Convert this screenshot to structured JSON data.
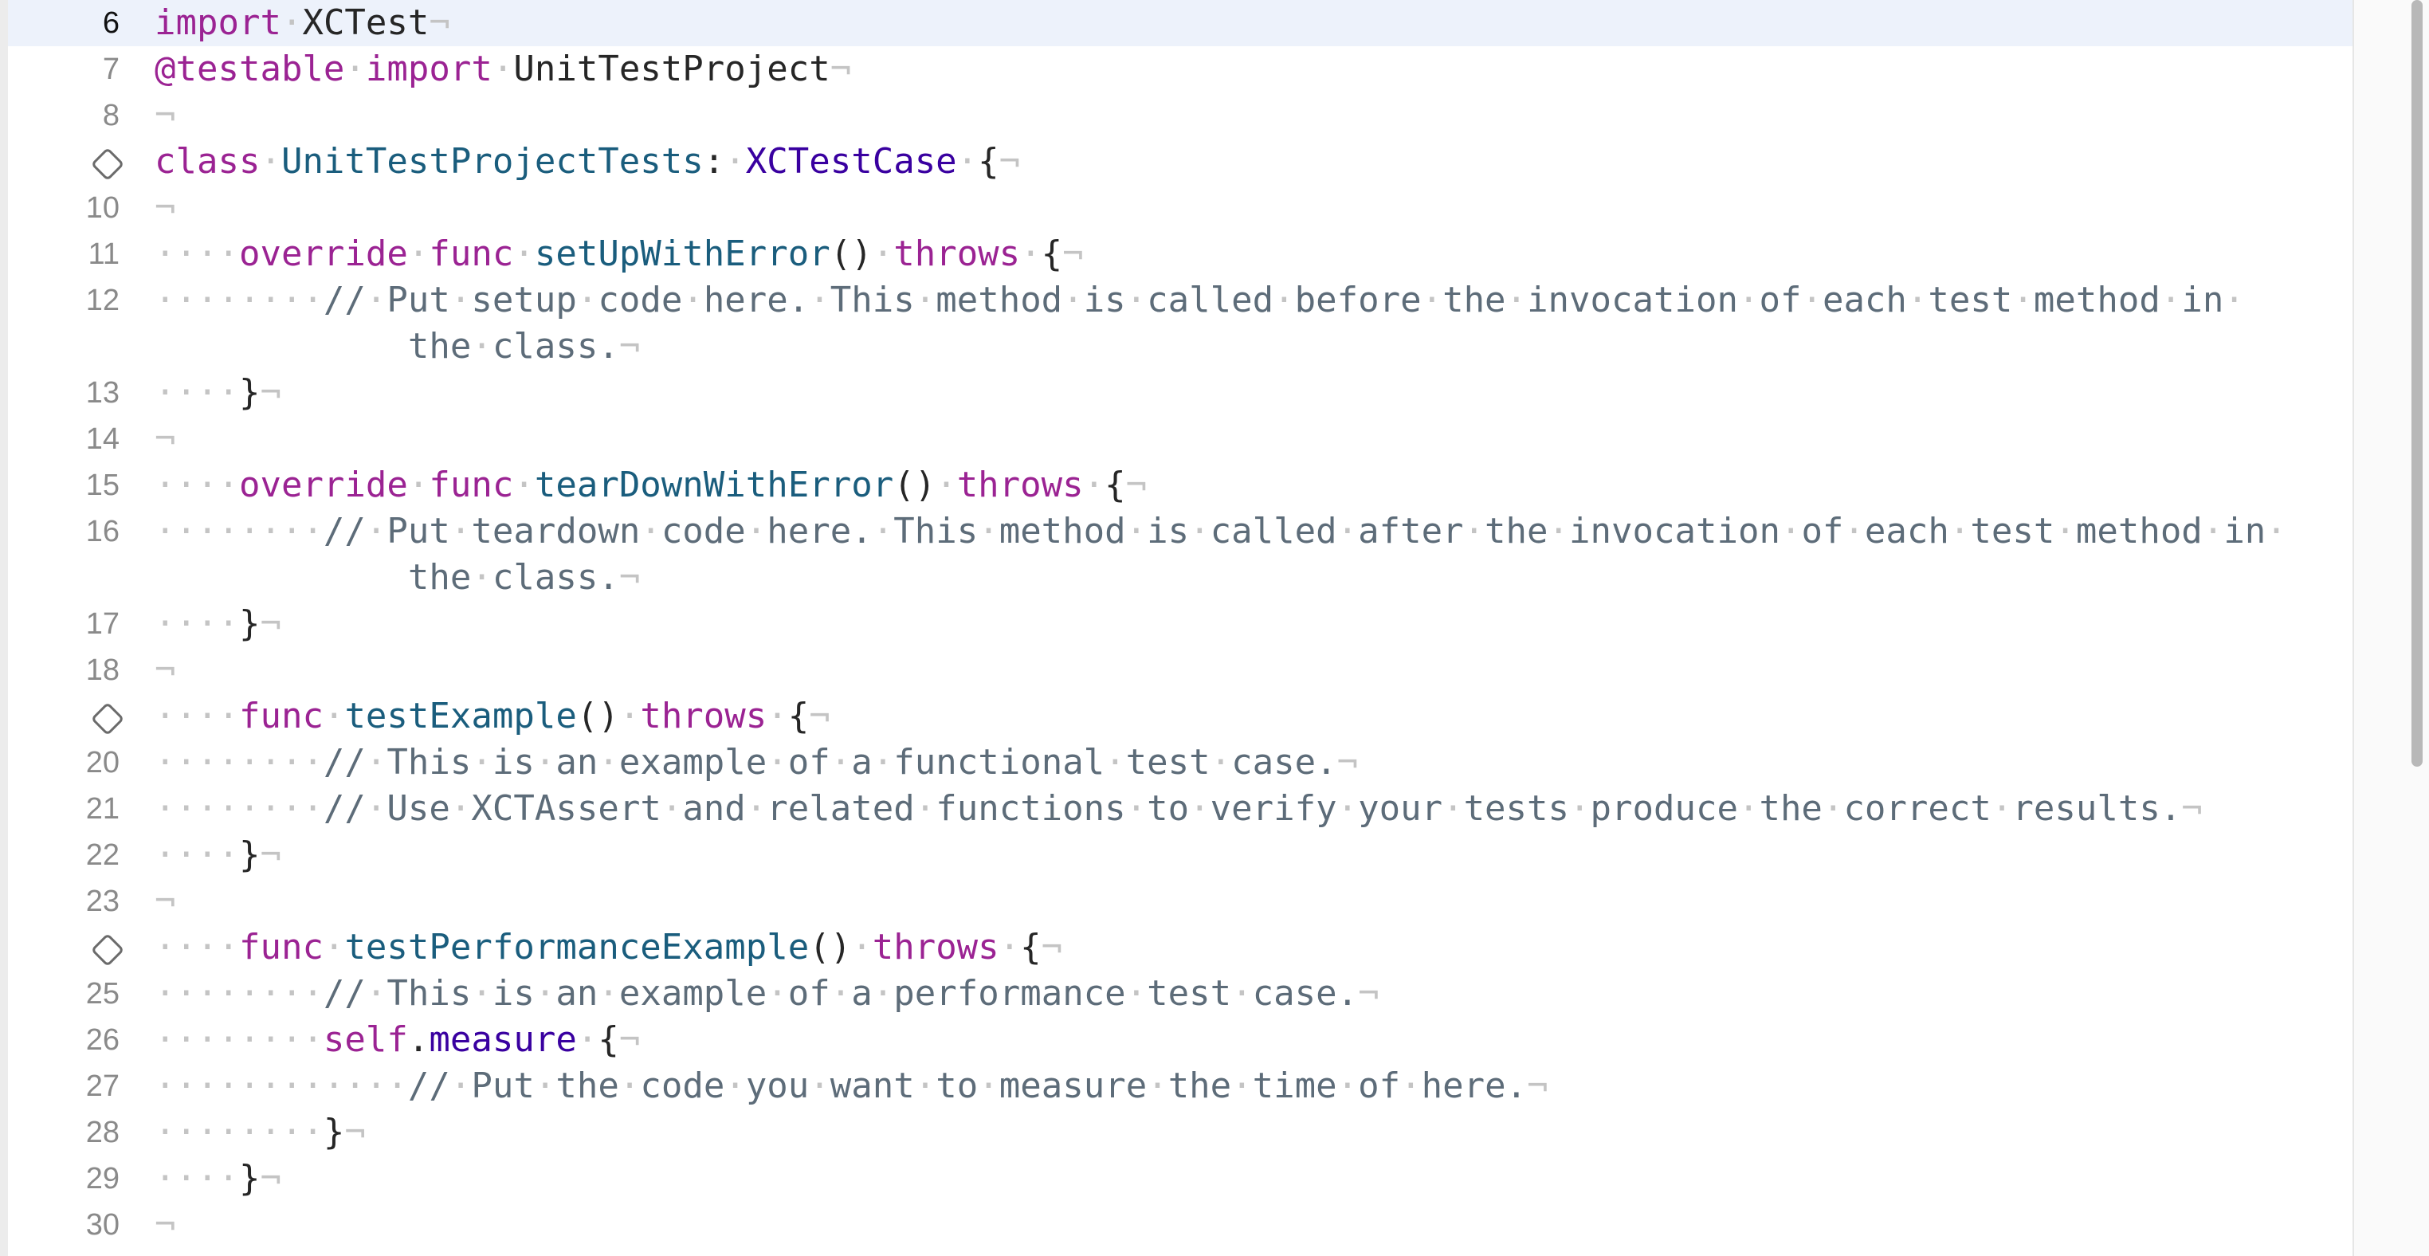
{
  "line_numbers": [
    "6",
    "7",
    "8",
    "",
    "10",
    "11",
    "12",
    "13",
    "14",
    "15",
    "16",
    "17",
    "18",
    "",
    "20",
    "21",
    "22",
    "23",
    "",
    "25",
    "26",
    "27",
    "28",
    "29",
    "30"
  ],
  "test_markers": [
    "run-test-diamond",
    "run-test-diamond",
    "run-test-diamond"
  ],
  "colors": {
    "keyword": "#9b2393",
    "type": "#1a5d7d",
    "system_type": "#3900a0",
    "comment": "#5d6c79",
    "current_line": "#edf2fb"
  },
  "lines": [
    [
      [
        "kw",
        "import"
      ],
      [
        "ws",
        "·"
      ],
      [
        "pun",
        "XCTest"
      ],
      [
        "ws",
        "¬"
      ]
    ],
    [
      [
        "kw",
        "@testable"
      ],
      [
        "ws",
        "·"
      ],
      [
        "kw",
        "import"
      ],
      [
        "ws",
        "·"
      ],
      [
        "pun",
        "UnitTestProject"
      ],
      [
        "ws",
        "¬"
      ]
    ],
    [
      [
        "ws",
        "¬"
      ]
    ],
    [
      [
        "kw",
        "class"
      ],
      [
        "ws",
        "·"
      ],
      [
        "ty",
        "UnitTestProjectTests"
      ],
      [
        "pun",
        ":"
      ],
      [
        "ws",
        "·"
      ],
      [
        "sys",
        "XCTestCase"
      ],
      [
        "ws",
        "·"
      ],
      [
        "pun",
        "{"
      ],
      [
        "ws",
        "¬"
      ]
    ],
    [
      [
        "ws",
        "¬"
      ]
    ],
    [
      [
        "ws",
        "····"
      ],
      [
        "kw",
        "override"
      ],
      [
        "ws",
        "·"
      ],
      [
        "kw",
        "func"
      ],
      [
        "ws",
        "·"
      ],
      [
        "ty",
        "setUpWithError"
      ],
      [
        "pun",
        "()"
      ],
      [
        "ws",
        "·"
      ],
      [
        "kw",
        "throws"
      ],
      [
        "ws",
        "·"
      ],
      [
        "pun",
        "{"
      ],
      [
        "ws",
        "¬"
      ]
    ],
    [
      [
        "ws",
        "········"
      ],
      [
        "cm",
        "//"
      ],
      [
        "ws",
        "·"
      ],
      [
        "cm",
        "Put"
      ],
      [
        "ws",
        "·"
      ],
      [
        "cm",
        "setup"
      ],
      [
        "ws",
        "·"
      ],
      [
        "cm",
        "code"
      ],
      [
        "ws",
        "·"
      ],
      [
        "cm",
        "here."
      ],
      [
        "ws",
        "·"
      ],
      [
        "cm",
        "This"
      ],
      [
        "ws",
        "·"
      ],
      [
        "cm",
        "method"
      ],
      [
        "ws",
        "·"
      ],
      [
        "cm",
        "is"
      ],
      [
        "ws",
        "·"
      ],
      [
        "cm",
        "called"
      ],
      [
        "ws",
        "·"
      ],
      [
        "cm",
        "before"
      ],
      [
        "ws",
        "·"
      ],
      [
        "cm",
        "the"
      ],
      [
        "ws",
        "·"
      ],
      [
        "cm",
        "invocation"
      ],
      [
        "ws",
        "·"
      ],
      [
        "cm",
        "of"
      ],
      [
        "ws",
        "·"
      ],
      [
        "cm",
        "each"
      ],
      [
        "ws",
        "·"
      ],
      [
        "cm",
        "test"
      ],
      [
        "ws",
        "·"
      ],
      [
        "cm",
        "method"
      ],
      [
        "ws",
        "·"
      ],
      [
        "cm",
        "in"
      ],
      [
        "ws",
        "·"
      ]
    ],
    [
      [
        "ws",
        "            "
      ],
      [
        "cm",
        "the"
      ],
      [
        "ws",
        "·"
      ],
      [
        "cm",
        "class."
      ],
      [
        "ws",
        "¬"
      ]
    ],
    [
      [
        "ws",
        "····"
      ],
      [
        "pun",
        "}"
      ],
      [
        "ws",
        "¬"
      ]
    ],
    [
      [
        "ws",
        "¬"
      ]
    ],
    [
      [
        "ws",
        "····"
      ],
      [
        "kw",
        "override"
      ],
      [
        "ws",
        "·"
      ],
      [
        "kw",
        "func"
      ],
      [
        "ws",
        "·"
      ],
      [
        "ty",
        "tearDownWithError"
      ],
      [
        "pun",
        "()"
      ],
      [
        "ws",
        "·"
      ],
      [
        "kw",
        "throws"
      ],
      [
        "ws",
        "·"
      ],
      [
        "pun",
        "{"
      ],
      [
        "ws",
        "¬"
      ]
    ],
    [
      [
        "ws",
        "········"
      ],
      [
        "cm",
        "//"
      ],
      [
        "ws",
        "·"
      ],
      [
        "cm",
        "Put"
      ],
      [
        "ws",
        "·"
      ],
      [
        "cm",
        "teardown"
      ],
      [
        "ws",
        "·"
      ],
      [
        "cm",
        "code"
      ],
      [
        "ws",
        "·"
      ],
      [
        "cm",
        "here."
      ],
      [
        "ws",
        "·"
      ],
      [
        "cm",
        "This"
      ],
      [
        "ws",
        "·"
      ],
      [
        "cm",
        "method"
      ],
      [
        "ws",
        "·"
      ],
      [
        "cm",
        "is"
      ],
      [
        "ws",
        "·"
      ],
      [
        "cm",
        "called"
      ],
      [
        "ws",
        "·"
      ],
      [
        "cm",
        "after"
      ],
      [
        "ws",
        "·"
      ],
      [
        "cm",
        "the"
      ],
      [
        "ws",
        "·"
      ],
      [
        "cm",
        "invocation"
      ],
      [
        "ws",
        "·"
      ],
      [
        "cm",
        "of"
      ],
      [
        "ws",
        "·"
      ],
      [
        "cm",
        "each"
      ],
      [
        "ws",
        "·"
      ],
      [
        "cm",
        "test"
      ],
      [
        "ws",
        "·"
      ],
      [
        "cm",
        "method"
      ],
      [
        "ws",
        "·"
      ],
      [
        "cm",
        "in"
      ],
      [
        "ws",
        "·"
      ]
    ],
    [
      [
        "ws",
        "            "
      ],
      [
        "cm",
        "the"
      ],
      [
        "ws",
        "·"
      ],
      [
        "cm",
        "class."
      ],
      [
        "ws",
        "¬"
      ]
    ],
    [
      [
        "ws",
        "····"
      ],
      [
        "pun",
        "}"
      ],
      [
        "ws",
        "¬"
      ]
    ],
    [
      [
        "ws",
        "¬"
      ]
    ],
    [
      [
        "ws",
        "····"
      ],
      [
        "kw",
        "func"
      ],
      [
        "ws",
        "·"
      ],
      [
        "ty",
        "testExample"
      ],
      [
        "pun",
        "()"
      ],
      [
        "ws",
        "·"
      ],
      [
        "kw",
        "throws"
      ],
      [
        "ws",
        "·"
      ],
      [
        "pun",
        "{"
      ],
      [
        "ws",
        "¬"
      ]
    ],
    [
      [
        "ws",
        "········"
      ],
      [
        "cm",
        "//"
      ],
      [
        "ws",
        "·"
      ],
      [
        "cm",
        "This"
      ],
      [
        "ws",
        "·"
      ],
      [
        "cm",
        "is"
      ],
      [
        "ws",
        "·"
      ],
      [
        "cm",
        "an"
      ],
      [
        "ws",
        "·"
      ],
      [
        "cm",
        "example"
      ],
      [
        "ws",
        "·"
      ],
      [
        "cm",
        "of"
      ],
      [
        "ws",
        "·"
      ],
      [
        "cm",
        "a"
      ],
      [
        "ws",
        "·"
      ],
      [
        "cm",
        "functional"
      ],
      [
        "ws",
        "·"
      ],
      [
        "cm",
        "test"
      ],
      [
        "ws",
        "·"
      ],
      [
        "cm",
        "case."
      ],
      [
        "ws",
        "¬"
      ]
    ],
    [
      [
        "ws",
        "········"
      ],
      [
        "cm",
        "//"
      ],
      [
        "ws",
        "·"
      ],
      [
        "cm",
        "Use"
      ],
      [
        "ws",
        "·"
      ],
      [
        "cm",
        "XCTAssert"
      ],
      [
        "ws",
        "·"
      ],
      [
        "cm",
        "and"
      ],
      [
        "ws",
        "·"
      ],
      [
        "cm",
        "related"
      ],
      [
        "ws",
        "·"
      ],
      [
        "cm",
        "functions"
      ],
      [
        "ws",
        "·"
      ],
      [
        "cm",
        "to"
      ],
      [
        "ws",
        "·"
      ],
      [
        "cm",
        "verify"
      ],
      [
        "ws",
        "·"
      ],
      [
        "cm",
        "your"
      ],
      [
        "ws",
        "·"
      ],
      [
        "cm",
        "tests"
      ],
      [
        "ws",
        "·"
      ],
      [
        "cm",
        "produce"
      ],
      [
        "ws",
        "·"
      ],
      [
        "cm",
        "the"
      ],
      [
        "ws",
        "·"
      ],
      [
        "cm",
        "correct"
      ],
      [
        "ws",
        "·"
      ],
      [
        "cm",
        "results."
      ],
      [
        "ws",
        "¬"
      ]
    ],
    [
      [
        "ws",
        "····"
      ],
      [
        "pun",
        "}"
      ],
      [
        "ws",
        "¬"
      ]
    ],
    [
      [
        "ws",
        "¬"
      ]
    ],
    [
      [
        "ws",
        "····"
      ],
      [
        "kw",
        "func"
      ],
      [
        "ws",
        "·"
      ],
      [
        "ty",
        "testPerformanceExample"
      ],
      [
        "pun",
        "()"
      ],
      [
        "ws",
        "·"
      ],
      [
        "kw",
        "throws"
      ],
      [
        "ws",
        "·"
      ],
      [
        "pun",
        "{"
      ],
      [
        "ws",
        "¬"
      ]
    ],
    [
      [
        "ws",
        "········"
      ],
      [
        "cm",
        "//"
      ],
      [
        "ws",
        "·"
      ],
      [
        "cm",
        "This"
      ],
      [
        "ws",
        "·"
      ],
      [
        "cm",
        "is"
      ],
      [
        "ws",
        "·"
      ],
      [
        "cm",
        "an"
      ],
      [
        "ws",
        "·"
      ],
      [
        "cm",
        "example"
      ],
      [
        "ws",
        "·"
      ],
      [
        "cm",
        "of"
      ],
      [
        "ws",
        "·"
      ],
      [
        "cm",
        "a"
      ],
      [
        "ws",
        "·"
      ],
      [
        "cm",
        "performance"
      ],
      [
        "ws",
        "·"
      ],
      [
        "cm",
        "test"
      ],
      [
        "ws",
        "·"
      ],
      [
        "cm",
        "case."
      ],
      [
        "ws",
        "¬"
      ]
    ],
    [
      [
        "ws",
        "········"
      ],
      [
        "kw",
        "self"
      ],
      [
        "pun",
        "."
      ],
      [
        "sys",
        "measure"
      ],
      [
        "ws",
        "·"
      ],
      [
        "pun",
        "{"
      ],
      [
        "ws",
        "¬"
      ]
    ],
    [
      [
        "ws",
        "············"
      ],
      [
        "cm",
        "//"
      ],
      [
        "ws",
        "·"
      ],
      [
        "cm",
        "Put"
      ],
      [
        "ws",
        "·"
      ],
      [
        "cm",
        "the"
      ],
      [
        "ws",
        "·"
      ],
      [
        "cm",
        "code"
      ],
      [
        "ws",
        "·"
      ],
      [
        "cm",
        "you"
      ],
      [
        "ws",
        "·"
      ],
      [
        "cm",
        "want"
      ],
      [
        "ws",
        "·"
      ],
      [
        "cm",
        "to"
      ],
      [
        "ws",
        "·"
      ],
      [
        "cm",
        "measure"
      ],
      [
        "ws",
        "·"
      ],
      [
        "cm",
        "the"
      ],
      [
        "ws",
        "·"
      ],
      [
        "cm",
        "time"
      ],
      [
        "ws",
        "·"
      ],
      [
        "cm",
        "of"
      ],
      [
        "ws",
        "·"
      ],
      [
        "cm",
        "here."
      ],
      [
        "ws",
        "¬"
      ]
    ],
    [
      [
        "ws",
        "········"
      ],
      [
        "pun",
        "}"
      ],
      [
        "ws",
        "¬"
      ]
    ],
    [
      [
        "ws",
        "····"
      ],
      [
        "pun",
        "}"
      ],
      [
        "ws",
        "¬"
      ]
    ],
    [
      [
        "ws",
        "¬"
      ]
    ]
  ]
}
